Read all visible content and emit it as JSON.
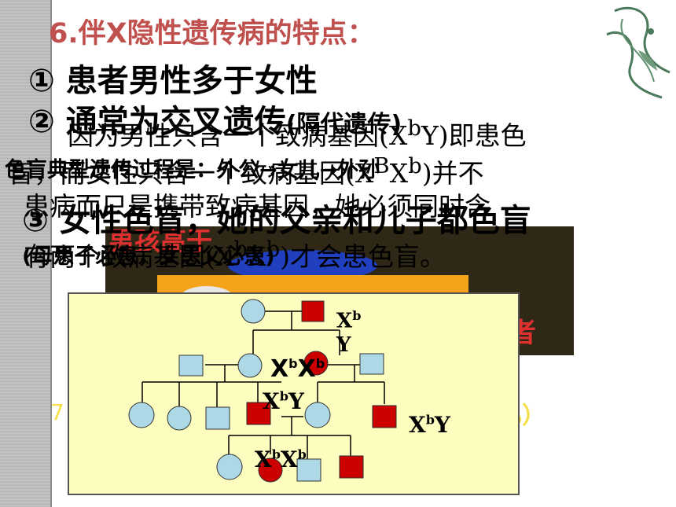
{
  "heading": {
    "title": "6.伴X隐性遗传病的特点："
  },
  "points": {
    "p1": "① 患者男性多于女性",
    "p2": "② 通常为交叉遗传",
    "p2_paren": "(隔代遗传)",
    "p3": "③ 女性色盲，她的父亲和儿子都色盲"
  },
  "explanation": {
    "line1_pre": "因为男性只含一个致病基因(X",
    "line1_sup": "b",
    "line1_post": "Y)即患色",
    "line2_pre": "盲，而女性只含一个致病基因(X",
    "line2_sup": "B",
    "line2_mid": "X",
    "line2_sup2": "b",
    "line2_post": ")并不",
    "line3": "患病而只是携带致病基因，她必须同时含",
    "line4_pre": "有两个致病基因(X",
    "line4_sup": "b",
    "line4_mid": "X",
    "line4_sup2": "b",
    "line4_post": ")才会患色盲。"
  },
  "typical_text": "色盲典型遗传过程是：外公→女儿→外孙",
  "parent_note": "(母患子必患，女患父必患)",
  "overlay": {
    "red_left": "男孩高于",
    "red_right": "者",
    "yellow_left": "7",
    "yellow_right": "%）"
  },
  "pedigree_labels": {
    "g1_male": {
      "base": "X",
      "sup": "b",
      "base2": "Y"
    },
    "g2_female": {
      "base": "X",
      "sup": "b",
      "base2": "X",
      "sup2": "b"
    },
    "g3_male": {
      "base": "X",
      "sup": "b",
      "base2": "Y"
    },
    "g3_right_male": {
      "base": "X",
      "sup": "b",
      "base2": "Y"
    },
    "g4_female": {
      "base": "X",
      "sup": "b",
      "base2": "X",
      "sup2": "b"
    }
  },
  "colors": {
    "affected": "#cc0000",
    "normal": "#add8e6",
    "panel": "#fdfdc0",
    "title": "#c0504d"
  },
  "icons": {
    "corner_logo": "phoenix-ornament-icon"
  }
}
